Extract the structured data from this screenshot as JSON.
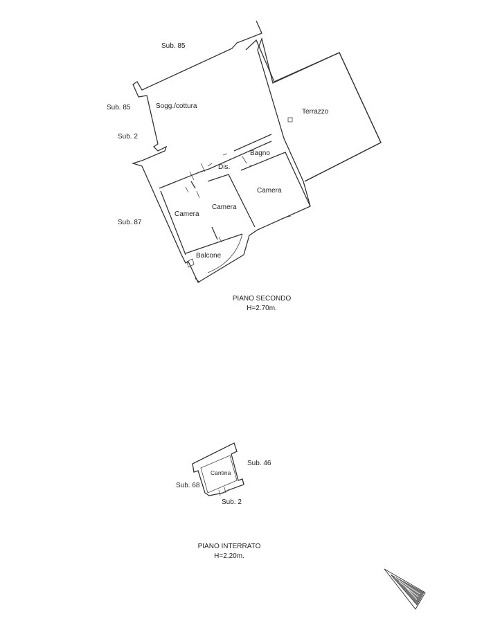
{
  "floor_second": {
    "rooms": {
      "sogg": "Sogg./cottura",
      "terrazzo": "Terrazzo",
      "bagno": "Bagno",
      "dis": "Dis.",
      "camera1": "Camera",
      "camera2": "Camera",
      "camera3": "Camera",
      "balcone": "Balcone"
    },
    "neighbors": {
      "sub85_top": "Sub. 85",
      "sub85_left": "Sub. 85",
      "sub2": "Sub. 2",
      "sub87": "Sub. 87"
    },
    "title": "PIANO SECONDO",
    "height": "H=2.70m."
  },
  "floor_basement": {
    "rooms": {
      "cantina": "Cantina"
    },
    "neighbors": {
      "sub46": "Sub. 46",
      "sub68": "Sub. 68",
      "sub2": "Sub. 2"
    },
    "title": "PIANO INTERRATO",
    "height": "H=2.20m."
  },
  "north_arrow": {
    "icon": "north-arrow-icon"
  }
}
